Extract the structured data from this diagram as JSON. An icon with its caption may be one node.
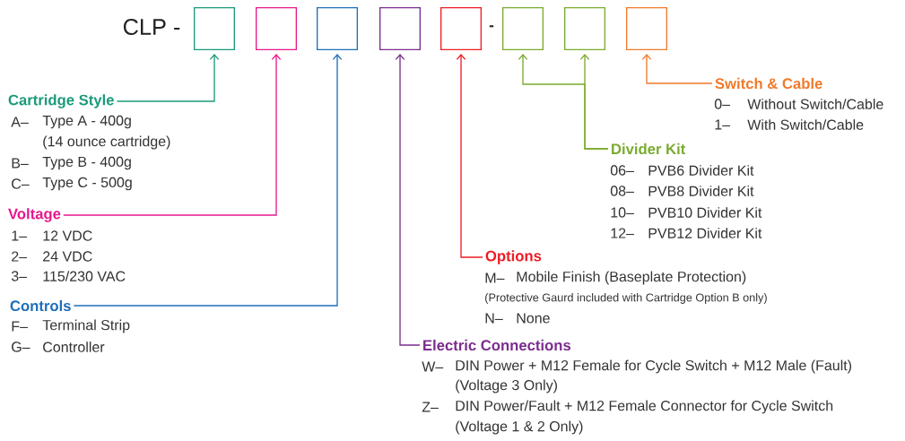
{
  "diagram": {
    "nodes": [
      {
        "text": [],
        "shape": "box"
      },
      {
        "text": [],
        "shape": "box"
      },
      {
        "text": [],
        "shape": "box"
      },
      {
        "text": [],
        "shape": "box"
      },
      {
        "text": [],
        "shape": "box"
      },
      {
        "text": [],
        "shape": "box"
      },
      {
        "text": [],
        "shape": "box"
      },
      {
        "text": [],
        "shape": "box"
      },
      {
        "text": [
          "Switch & Cable"
        ],
        "beside": [
          "0–",
          "Without Switch/Cable",
          "1–",
          "With Switch/Cable"
        ]
      },
      {
        "text": [
          "Cartridge Style"
        ],
        "beside": [
          "A–",
          "Type A - 400g",
          "(14 ounce cartridge)",
          "B–",
          "Type B - 400g",
          "C–",
          "Type C - 500g"
        ]
      },
      {
        "text": [
          "Divider Kit"
        ],
        "beside": [
          "06–",
          "PVB6 Divider Kit",
          "08–",
          "PVB8 Divider Kit",
          "10–",
          "PVB10 Divider Kit",
          "12–",
          "PVB12 Divider Kit"
        ]
      },
      {
        "text": [
          "Voltage"
        ],
        "beside": [
          "1–",
          "12 VDC",
          "2–",
          "24 VDC",
          "3–",
          "115/230 VAC"
        ]
      },
      {
        "text": [
          "Options"
        ],
        "beside": [
          "M–",
          "Mobile Finish (Baseplate Protection)",
          "(Protective Gaurd included with Cartridge Option B only)",
          "N–",
          "None"
        ]
      },
      {
        "text": [
          "Controls"
        ],
        "beside": [
          "F–",
          "Terminal Strip",
          "G–",
          "Controller"
        ]
      },
      {
        "text": [
          "Electric Connections"
        ],
        "beside": [
          "W–",
          "DIN Power + M12 Female for Cycle Switch + M12 Male (Fault)",
          "(Voltage 3 Only)",
          "Z–",
          "DIN Power/Fault + M12 Female Connector for Cycle Switch",
          "(Voltage 1 & 2 Only)"
        ]
      }
    ],
    "edges": [
      {
        "from": 9,
        "to": 0,
        "arrow": "to",
        "color": "#1a9a7a"
      },
      {
        "from": 11,
        "to": 1,
        "arrow": "to",
        "color": "#e6188c"
      },
      {
        "from": 13,
        "to": 2,
        "arrow": "to",
        "color": "#1f6fb8"
      },
      {
        "from": 14,
        "to": 3,
        "arrow": "to",
        "color": "#7b2d8e"
      },
      {
        "from": 12,
        "to": 4,
        "arrow": "to",
        "color": "#ed1c24"
      },
      {
        "from": 10,
        "to": 5,
        "arrow": "to",
        "color": "#7aab2e"
      },
      {
        "from": 10,
        "to": 6,
        "arrow": "to",
        "color": "#7aab2e"
      },
      {
        "from": 8,
        "to": 7,
        "arrow": "to",
        "color": "#f07a2a"
      }
    ],
    "labels": [
      "CLP -",
      "-"
    ]
  }
}
